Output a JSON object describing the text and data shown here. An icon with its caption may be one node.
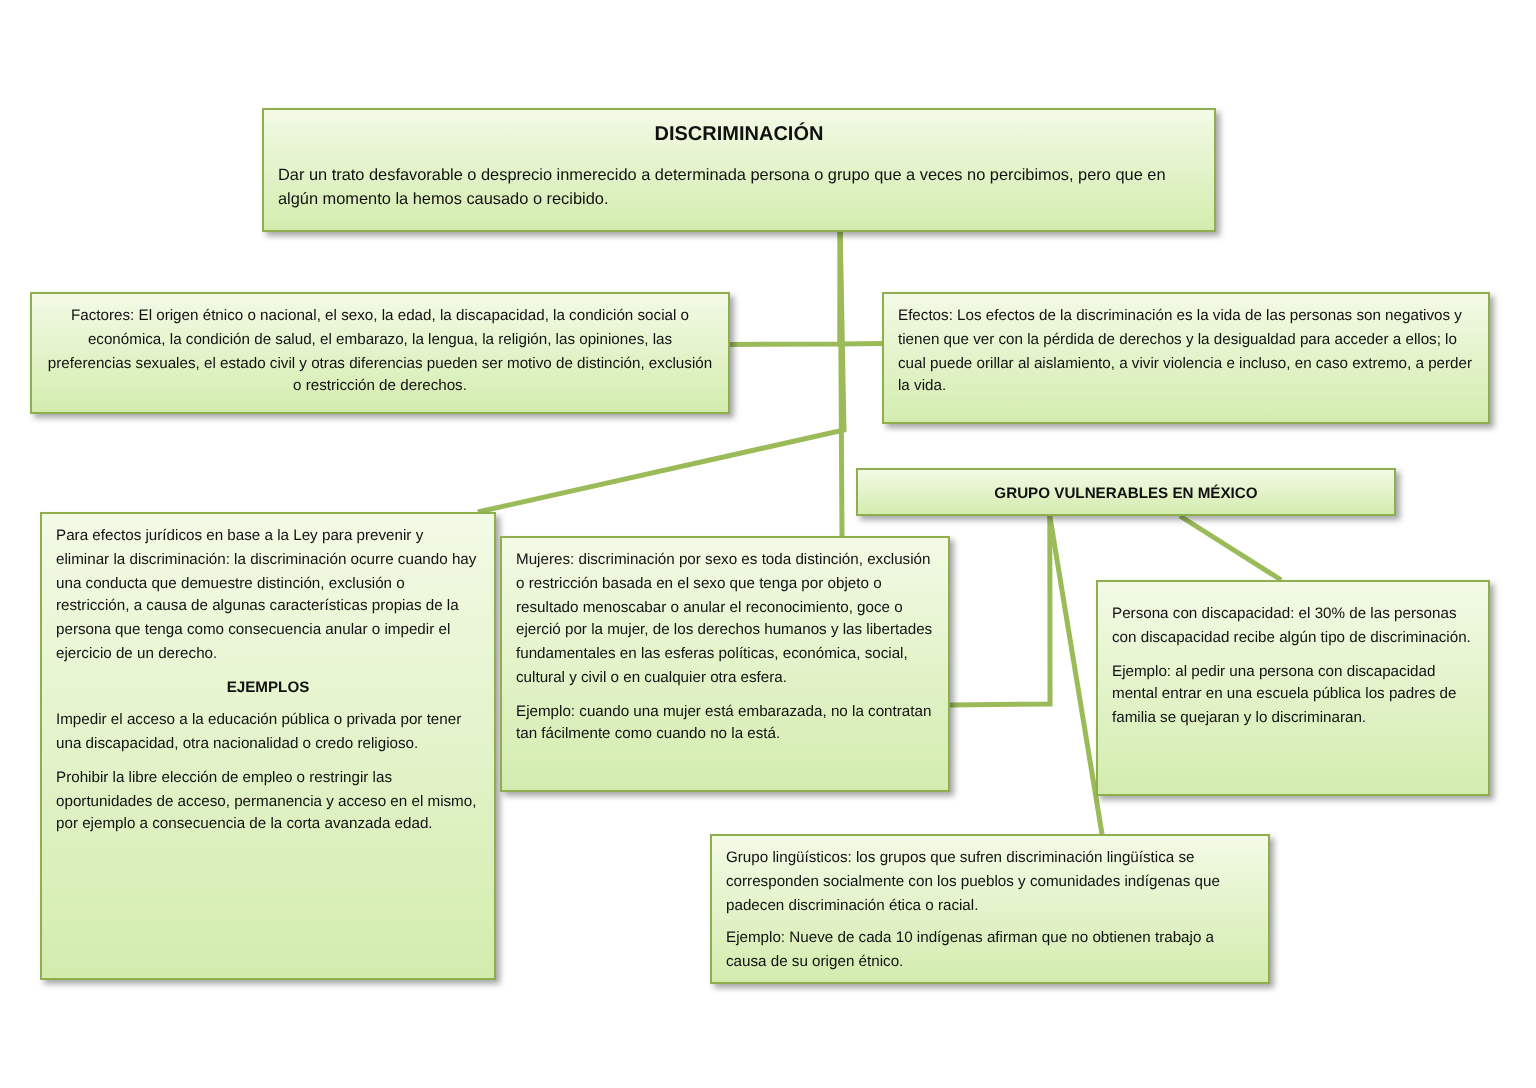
{
  "diagram": {
    "nodes": [
      {
        "text": [
          "DISCRIMINACIÓN",
          "Dar un trato desfavorable o desprecio inmerecido a determinada persona o grupo que a veces no percibimos, pero que en algún momento la hemos causado o recibido."
        ]
      },
      {
        "text": [
          "Factores: El origen étnico o nacional, el sexo, la edad, la discapacidad, la condición social o económica, la condición de salud, el embarazo, la lengua, la religión, las opiniones, las preferencias sexuales, el estado civil y otras diferencias pueden ser motivo de distinción, exclusión o restricción de derechos."
        ]
      },
      {
        "text": [
          "Efectos: Los efectos de la discriminación es la vida de las personas son negativos y tienen que ver con la pérdida de derechos y la desigualdad para acceder a ellos; lo cual puede orillar al aislamiento, a vivir violencia e incluso, en caso extremo, a perder la vida."
        ]
      },
      {
        "text": [
          "Para efectos jurídicos en base a la Ley para prevenir y eliminar la discriminación: la discriminación ocurre cuando hay una conducta que demuestre distinción, exclusión o restricción, a causa de algunas características propias de la persona que tenga como consecuencia anular o impedir el ejercicio de un derecho.",
          "EJEMPLOS",
          "Impedir el acceso a la educación pública o privada por tener una discapacidad, otra nacionalidad o credo religioso.",
          "Prohibir la libre elección de empleo o restringir las oportunidades de acceso, permanencia y acceso en el mismo, por ejemplo a consecuencia de la corta avanzada edad."
        ]
      },
      {
        "text": [
          "GRUPO VULNERABLES EN MÉXICO"
        ]
      },
      {
        "text": [
          "Mujeres: discriminación por sexo es toda distinción, exclusión o restricción basada en el sexo que tenga por objeto o resultado menoscabar o anular el reconocimiento, goce o ejerció por la mujer, de los derechos humanos y las libertades fundamentales en las esferas políticas, económica, social, cultural y civil o en cualquier otra esfera.",
          "Ejemplo: cuando una mujer está embarazada, no la contratan tan fácilmente como cuando no la está."
        ]
      },
      {
        "text": [
          "Persona con discapacidad: el 30% de las personas con discapacidad recibe algún tipo de discriminación.",
          "Ejemplo: al pedir una persona con discapacidad mental entrar en una escuela pública los padres de familia se quejaran y lo discriminaran."
        ]
      },
      {
        "text": [
          "Grupo lingüísticos: los grupos que sufren discriminación lingüística se corresponden socialmente con los pueblos y comunidades indígenas que padecen discriminación ética o racial.",
          "Ejemplo: Nueve de cada 10 indígenas afirman que no obtienen trabajo a causa de su origen étnico."
        ]
      }
    ],
    "edges": [
      {
        "from": 0,
        "to": 1,
        "arrow": "none"
      },
      {
        "from": 0,
        "to": 2,
        "arrow": "none"
      },
      {
        "from": 0,
        "to": 3,
        "arrow": "none"
      },
      {
        "from": 0,
        "to": 5,
        "arrow": "none"
      },
      {
        "from": 4,
        "to": 5,
        "arrow": "none"
      },
      {
        "from": 4,
        "to": 7,
        "arrow": "none"
      },
      {
        "from": 4,
        "to": 6,
        "arrow": "none"
      }
    ]
  }
}
